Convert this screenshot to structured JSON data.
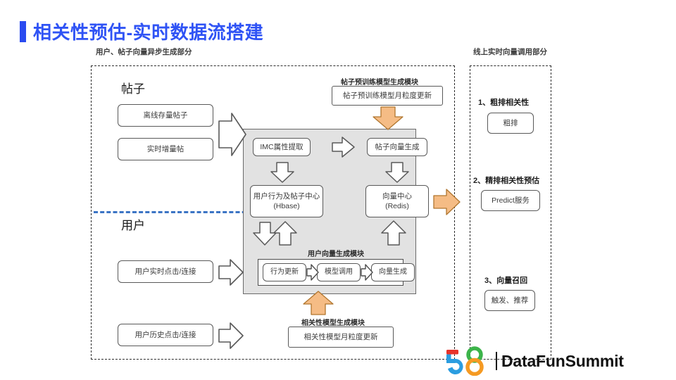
{
  "slide": {
    "title": "相关性预估-实时数据流搭建",
    "accent_color": "#2f53f5",
    "title_bar_color": "#2a4bf0"
  },
  "captions": {
    "left_region": "用户、帖子向量异步生成部分",
    "right_region": "线上实时向量调用部分"
  },
  "group_labels": {
    "post": "帖子",
    "user": "用户"
  },
  "left_inputs": {
    "offline_post": "离线存量帖子",
    "realtime_post": "实时增量帖",
    "user_realtime_click": "用户实时点击/连接",
    "user_history_click": "用户历史点击/连接"
  },
  "pretrain_module": {
    "caption": "帖子预训练模型生成模块",
    "node": "帖子预训练模型月粒度更新"
  },
  "core": {
    "imc_extract": "IMC属性提取",
    "post_vector_gen": "帖子向量生成",
    "user_behavior_center": "用户行为及帖子中心\n(Hbase)",
    "vector_center": "向量中心\n(Redis)",
    "user_vector_module_caption": "用户向量生成模块",
    "behavior_update": "行为更新",
    "model_call": "模型调用",
    "vector_gen": "向量生成"
  },
  "relevance_module": {
    "caption": "相关性模型生成模块",
    "node": "相关性模型月粒度更新"
  },
  "right_panel": {
    "items": [
      {
        "heading": "1、粗排相关性",
        "node": "粗排"
      },
      {
        "heading": "2、精排相关性预估",
        "node": "Predict服务"
      },
      {
        "heading": "3、向量召回",
        "node": "触发、推荐"
      }
    ]
  },
  "logo": {
    "text": "DataFunSummit",
    "brand_number": "58",
    "colors": {
      "red": "#e8332a",
      "green": "#3cb44a",
      "blue": "#2b9de0",
      "orange": "#f59a23"
    }
  },
  "colors": {
    "arrow_outline_fill": "#ffffff",
    "arrow_outline_stroke": "#4d4d4d",
    "arrow_orange_fill": "#f5bc85",
    "arrow_orange_stroke": "#b0762f",
    "gray_panel": "#e2e2e2",
    "divider_blue": "#3b74c4"
  }
}
